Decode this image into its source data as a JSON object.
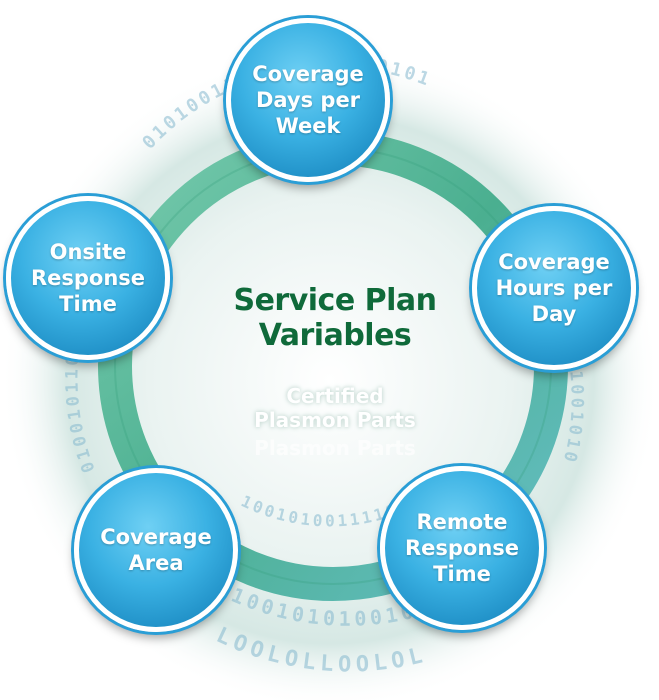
{
  "diagram": {
    "center_title_line1": "Service Plan",
    "center_title_line2": "Variables",
    "center_subtitle_line1": "Certified",
    "center_subtitle_line2": "Plasmon Parts",
    "center_subtitle_echo": "Plasmon Parts",
    "nodes": [
      {
        "lines": [
          "Coverage",
          "Days per",
          "Week"
        ]
      },
      {
        "lines": [
          "Coverage",
          "Hours per",
          "Day"
        ]
      },
      {
        "lines": [
          "Remote",
          "Response",
          "Time"
        ]
      },
      {
        "lines": [
          "Coverage",
          "Area"
        ]
      },
      {
        "lines": [
          "Onsite",
          "Response",
          "Time"
        ]
      }
    ],
    "colors": {
      "title": "#0f6a3a",
      "node_fill": "#3ab1e3",
      "ring": "#3fb08f",
      "binary_text": "#6aa9c2"
    }
  }
}
